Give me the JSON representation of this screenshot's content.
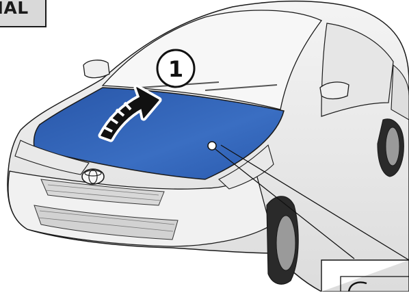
{
  "corner_tag": {
    "text": "NAL"
  },
  "step_marker": {
    "number": "1"
  },
  "colors": {
    "highlight": "#2f63b8",
    "car_body": "#efefef",
    "outline": "#1a1a1a",
    "arrow": "#111111",
    "tag_fill": "#d9d9d9"
  },
  "icons": {
    "hood_open_arrow": "curved-arrow-icon",
    "callout": "callout-box"
  }
}
